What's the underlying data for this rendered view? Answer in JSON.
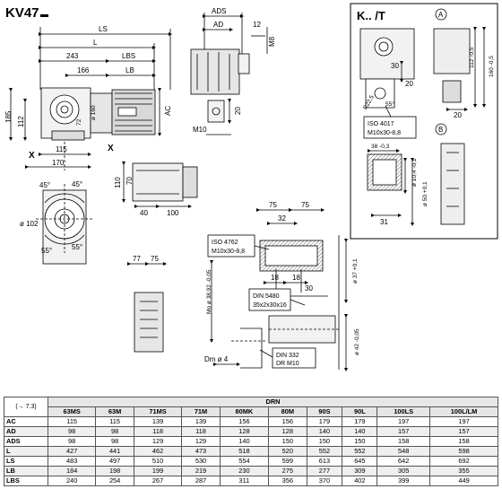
{
  "title": "KV47",
  "inset_title": "K.. /T",
  "drawing": {
    "dims": {
      "LS": "LS",
      "L": "L",
      "d243": "243",
      "LBS": "LBS",
      "d166": "166",
      "LB": "LB",
      "d185": "185",
      "d112": "112",
      "d72": "72",
      "phi160": "ø 160",
      "AC": "AC",
      "d115": "115",
      "d170": "170",
      "X1": "X",
      "X2": "X",
      "ADS": "ADS",
      "AD": "AD",
      "d12": "12",
      "M8": "M8",
      "d20a": "20",
      "M10": "M10",
      "deg45a": "45°",
      "deg45b": "45°",
      "deg55a": "55°",
      "deg55b": "55°",
      "phi102": "ø 102",
      "d110": "110",
      "d70": "70",
      "d40": "40",
      "d100": "100",
      "d75a": "75",
      "d75b": "75",
      "d32": "32",
      "d18a": "18",
      "d18b": "18",
      "d30": "30",
      "iso4762": "ISO 4762",
      "m10x30a": "M10x30-8,8",
      "din5480": "DIN 5480",
      "spline": "35x2x30x16",
      "din332": "DIN 332",
      "dmd": "DR M10",
      "d77": "77",
      "d75c": "75",
      "mo": "Mo ø 38,92 -0,05",
      "phi37": "ø 37 +0,1",
      "phi42": "ø 42 -0,05",
      "dm4": "Dm ø 4",
      "circA": "A",
      "circB": "B",
      "in_d30": "30",
      "in_d20": "20",
      "in_R": "R22,5",
      "in_deg55": "55°",
      "in_d112": "112 -0,5",
      "in_d160": "160 -0,5",
      "in_d20b": "20",
      "iso4017": "ISO 4017",
      "m10x30b": "M10x30-8,8",
      "in_d38": "38 -0,3",
      "in_phi104": "ø 10,4 -0,1",
      "in_phi50": "ø 50 +0,1",
      "in_d31": "31"
    }
  },
  "table": {
    "ref": "(→ 7.3)",
    "group_header": "DRN",
    "columns": [
      "63MS",
      "63M",
      "71MS",
      "71M",
      "80MK",
      "80M",
      "90S",
      "90L",
      "100LS",
      "100L/LM"
    ],
    "rows": [
      {
        "label": "AC",
        "values": [
          "115",
          "115",
          "139",
          "139",
          "156",
          "156",
          "179",
          "179",
          "197",
          "197"
        ]
      },
      {
        "label": "AD",
        "values": [
          "98",
          "98",
          "118",
          "118",
          "128",
          "128",
          "140",
          "140",
          "157",
          "157"
        ]
      },
      {
        "label": "ADS",
        "values": [
          "98",
          "98",
          "129",
          "129",
          "140",
          "150",
          "150",
          "150",
          "158",
          "158"
        ]
      },
      {
        "label": "L",
        "values": [
          "427",
          "441",
          "462",
          "473",
          "518",
          "520",
          "552",
          "552",
          "548",
          "598"
        ]
      },
      {
        "label": "LS",
        "values": [
          "483",
          "497",
          "510",
          "530",
          "554",
          "599",
          "613",
          "645",
          "642",
          "692"
        ]
      },
      {
        "label": "LB",
        "values": [
          "184",
          "198",
          "199",
          "219",
          "230",
          "275",
          "277",
          "309",
          "305",
          "355"
        ]
      },
      {
        "label": "LBS",
        "values": [
          "240",
          "254",
          "267",
          "287",
          "311",
          "356",
          "370",
          "402",
          "399",
          "449"
        ]
      }
    ]
  }
}
